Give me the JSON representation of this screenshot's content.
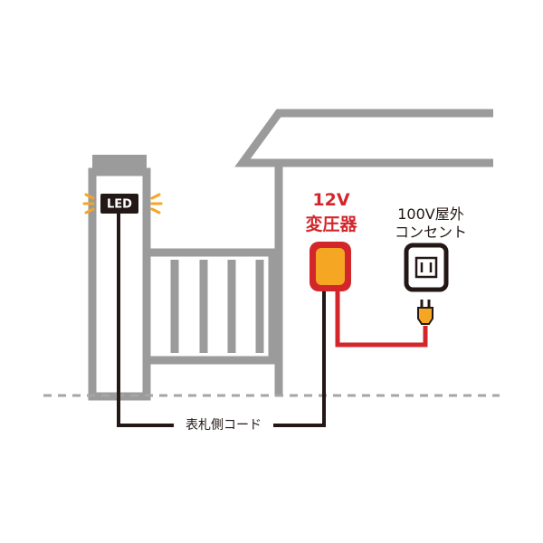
{
  "labels": {
    "led": "LED",
    "transformer_line1": "12V",
    "transformer_line2": "変圧器",
    "outlet_line1": "100V屋外",
    "outlet_line2": "コンセント",
    "cord": "表札側コード"
  },
  "colors": {
    "structure_gray": "#9b9b9b",
    "transformer_red": "#d3262b",
    "transformer_orange": "#f5a623",
    "led_glow": "#f5a623",
    "cord_black": "#231815",
    "outlet_black": "#231815",
    "ground_dash": "#a6a6a6"
  }
}
